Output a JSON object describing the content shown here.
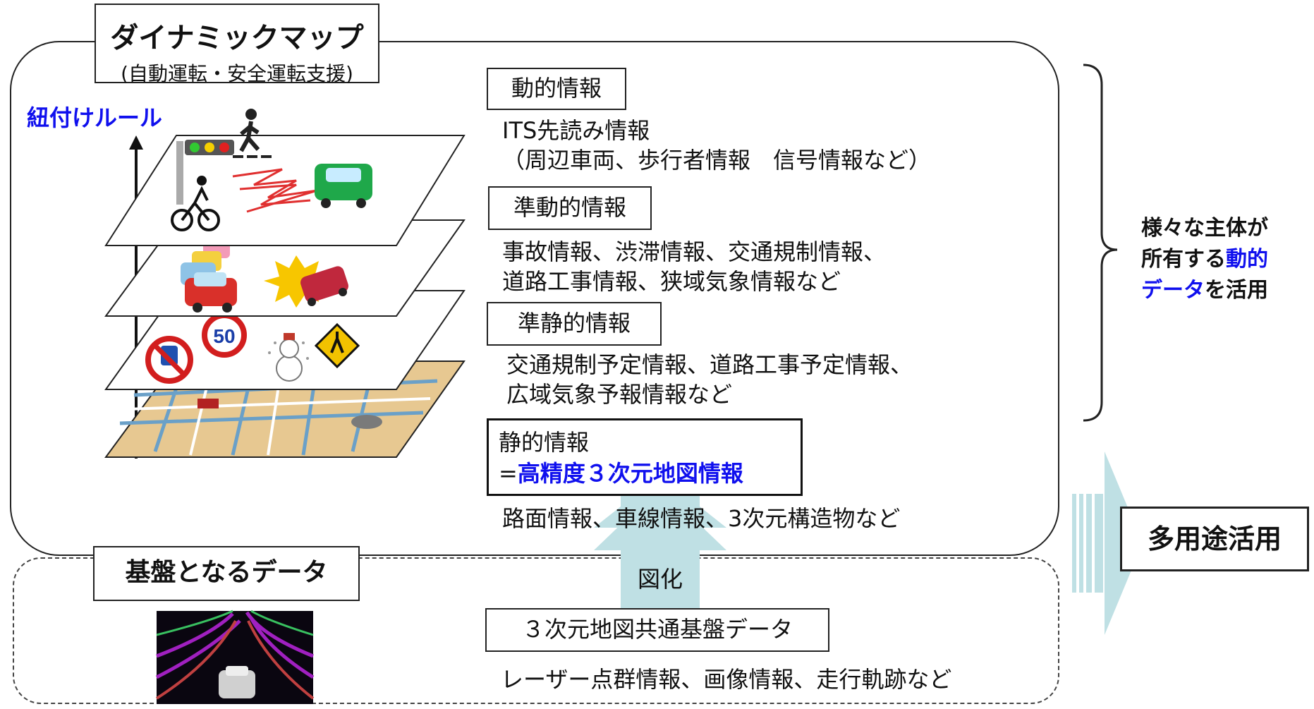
{
  "title": {
    "main": "ダイナミックマップ",
    "sub": "(自動運転・安全運転支援)"
  },
  "rule_label": "紐付けルール",
  "layers": {
    "dynamic": {
      "label": "動的情報",
      "line1": "ITS先読み情報",
      "line2": "（周辺車両、歩行者情報　信号情報など）"
    },
    "semi_dynamic": {
      "label": "準動的情報",
      "line1": "事故情報、渋滞情報、交通規制情報、",
      "line2": "道路工事情報、狭域気象情報など"
    },
    "semi_static": {
      "label": "準静的情報",
      "line1": "交通規制予定情報、道路工事予定情報、",
      "line2": "広域気象予報情報など"
    },
    "static": {
      "label": "静的情報",
      "highlight_prefix": "=",
      "highlight": "高精度３次元地図情報",
      "line1": "路面情報、車線情報、3次元構造物など"
    }
  },
  "right_note": {
    "line1": "様々な主体が",
    "line2_prefix": "所有する",
    "line2_accent": "動的",
    "line3_accent": "データ",
    "line3_suffix": "を活用"
  },
  "multi_use": "多用途活用",
  "base": {
    "label": "基盤となるデータ",
    "arrow_label": "図化",
    "box": "３次元地図共通基盤データ",
    "line1": "レーザー点群情報、画像情報、走行軌跡など"
  },
  "sign_speed": "50",
  "colors": {
    "accent_blue": "#1010ee",
    "arrow_fill": "#bfe0e4"
  }
}
